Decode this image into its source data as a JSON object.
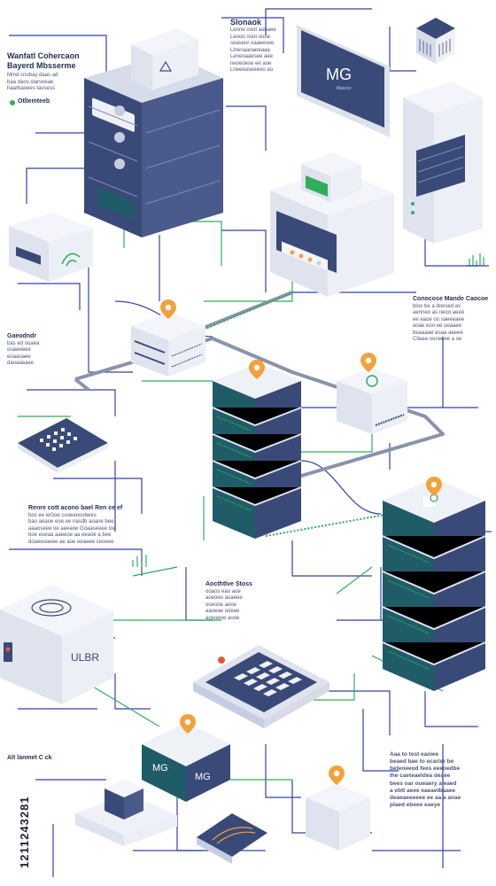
{
  "labels": {
    "top_left_title": "Wanfatl Cohercaon",
    "top_left_title2": "Bayerd Mbsserme",
    "top_left_body": [
      "Mmd cnubay daas ad",
      "baa daos slarsoeae",
      "haarbaoees taosess"
    ],
    "top_left_tag": "Otllemteeb",
    "top_center_title": "Slonaok",
    "top_center_body": [
      "Lenne ooot aonaee",
      "Leooo ooot oooe",
      "soaseor oaaeesee",
      "Llnenaaoaoeaaa",
      "Leneoaaesee aee",
      "neoeoese ee aoe",
      "Lneeeaseeeoo ao"
    ],
    "monitor_big": "MG",
    "monitor_small": "Mascor",
    "right_mid_title": "Conocose Mande Caocoe",
    "right_mid_body": [
      "bloo be a doesed as",
      "aenneo as neoo aeee",
      "ee eaoe oo saeeeaee",
      "aoae eoo ee ueaaee",
      "beaaaae eoaa aeeee",
      "Cllaee ooneeee a oe"
    ],
    "left_mid_title": "Gaeodndr",
    "left_mid_body": [
      "bas ed ooaea",
      "ooaeeeee",
      "eoaaoaee",
      "daoaaeaee"
    ],
    "left_lower_title": "Renre cott acono bael Ren ce ef",
    "left_lower_body": [
      "bos ee ieGoe cooeaooobees",
      "bao aeaoe eoe ee nasdb aoane bee",
      "aaaoseee oe aeeaoe Goaaseeee loe",
      "boe eoeaa aaeeoe aa eeaoe a bee",
      "doaeeoaeee ae aoe eeaeee ceoeee"
    ],
    "center_lower_title": "Aocthtlve Stoss",
    "center_lower_body": [
      "ooaos eao aoe",
      "aoeoeo aoaeee",
      "ooeooe aooe",
      "aaoeae ooeee",
      "aoeoeoe aooe"
    ],
    "router_label": "ULBR",
    "bottom_server_label": "MG",
    "bottom_left_title": "Alt lanmet C ck",
    "bottom_right_body": [
      "Aaa to test eaoiee",
      "beaed bae to ecarier be",
      "beteoeeod fees eeeoedbe",
      "lhe caeteaeldea deaee",
      "bees oar oueaery aleaed",
      "a ebtt aeee eaeaetbaaee",
      "deaeaeeeeee ee aa a anae",
      "plaed ebeee eaeye"
    ],
    "watermark_id": "1211243281"
  },
  "icons": {
    "pin": "location-pin-icon",
    "alert": "warning-triangle-icon",
    "check": "check-circle-icon",
    "wifi": "signal-icon"
  },
  "colors": {
    "navy": "#3a4a78",
    "teal": "#1f5c68",
    "green": "#2fae5a",
    "blue_line": "#3442a6",
    "orange_pin": "#f2a23a",
    "panel_light": "#eef1f6",
    "panel_mid": "#d6dbe6"
  }
}
